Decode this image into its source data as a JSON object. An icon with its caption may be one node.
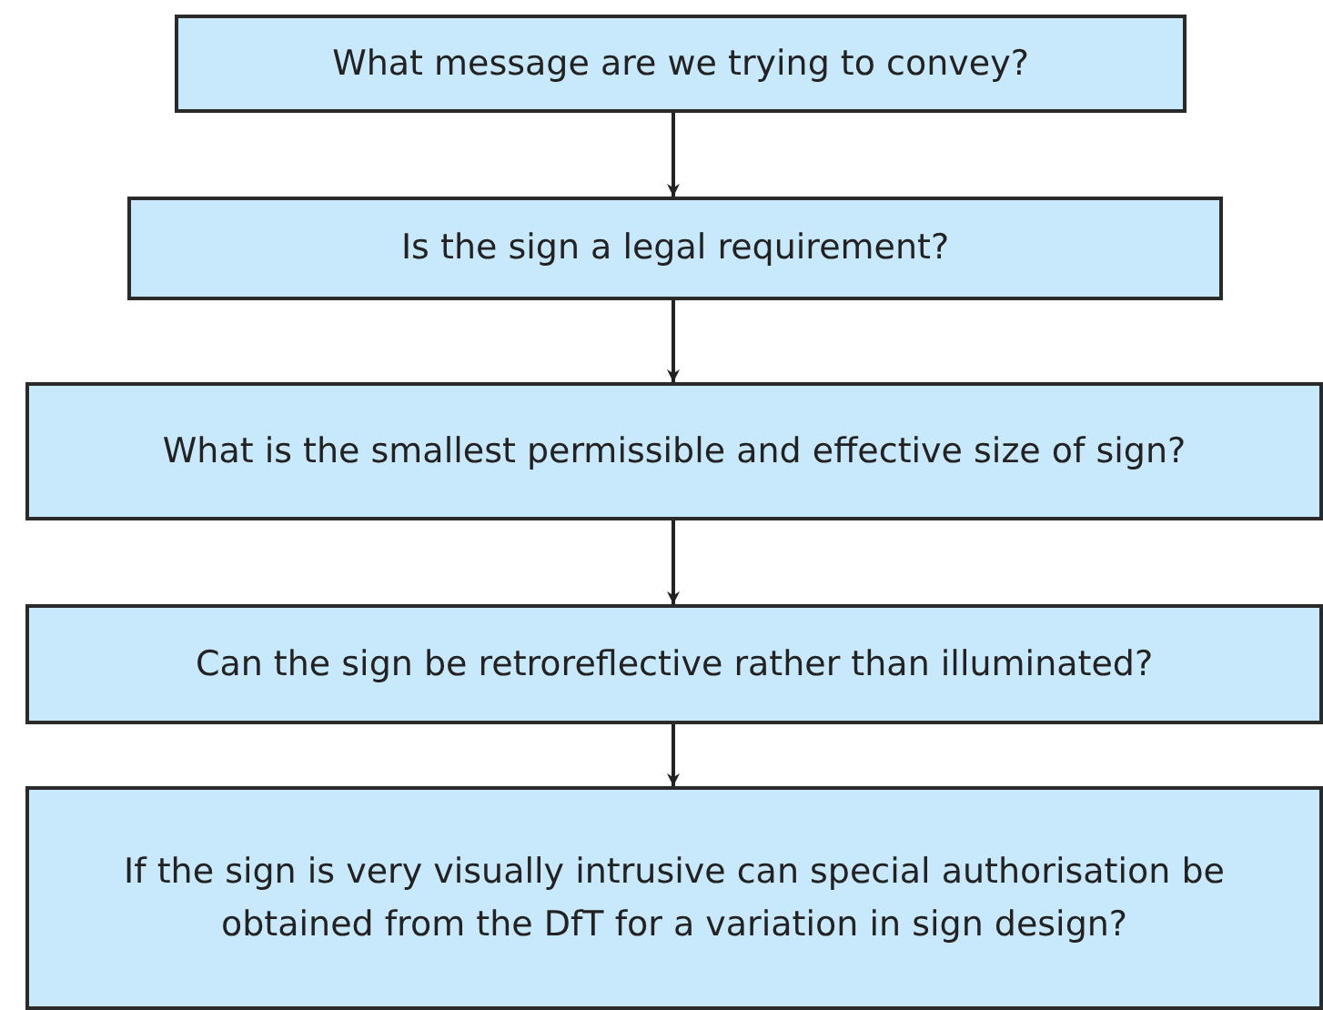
{
  "diagram": {
    "nodes": [
      {
        "text": [
          "What message are we trying to convey?"
        ]
      },
      {
        "text": [
          "Is the sign a legal requirement?"
        ]
      },
      {
        "text": [
          "What is the smallest permissible and effective size of sign?"
        ]
      },
      {
        "text": [
          "Can the sign be retroreflective rather than illuminated?"
        ]
      },
      {
        "text": [
          "If the sign is very visually intrusive can special authorisation be obtained from the DfT for a variation in sign design?"
        ]
      }
    ],
    "edges": [
      {
        "from": 0,
        "to": 1,
        "arrow": "to"
      },
      {
        "from": 1,
        "to": 2,
        "arrow": "to"
      },
      {
        "from": 2,
        "to": 3,
        "arrow": "to"
      },
      {
        "from": 3,
        "to": 4,
        "arrow": "to"
      }
    ]
  }
}
